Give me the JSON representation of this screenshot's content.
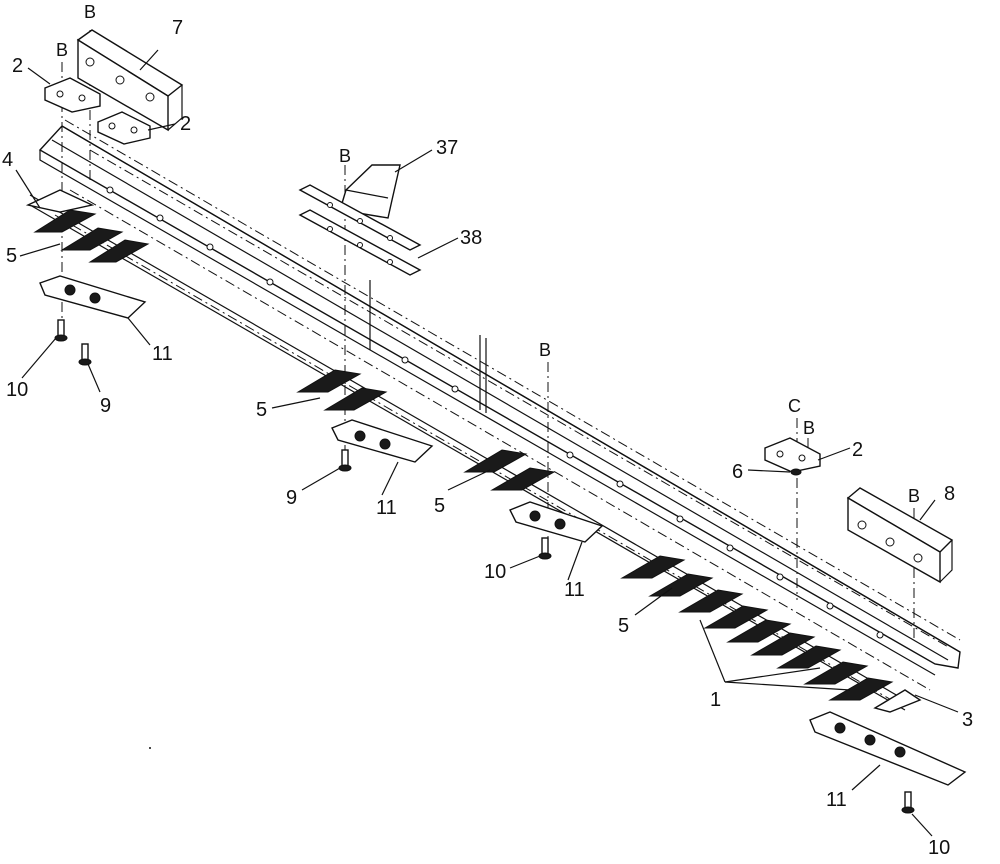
{
  "diagram": {
    "callouts": {
      "c1": "1",
      "c2a": "2",
      "c2b": "2",
      "c2c": "2",
      "c3": "3",
      "c4": "4",
      "c5a": "5",
      "c5b": "5",
      "c5c": "5",
      "c5d": "5",
      "c6": "6",
      "c7": "7",
      "c8": "8",
      "c9a": "9",
      "c9b": "9",
      "c10a": "10",
      "c10b": "10",
      "c10c": "10",
      "c11a": "11",
      "c11b": "11",
      "c11c": "11",
      "c11d": "11",
      "c37": "37",
      "c38": "38"
    },
    "refs": {
      "b1": "B",
      "b2": "B",
      "b3": "B",
      "b4": "B",
      "b5": "B",
      "b6": "B",
      "c": "C"
    }
  }
}
